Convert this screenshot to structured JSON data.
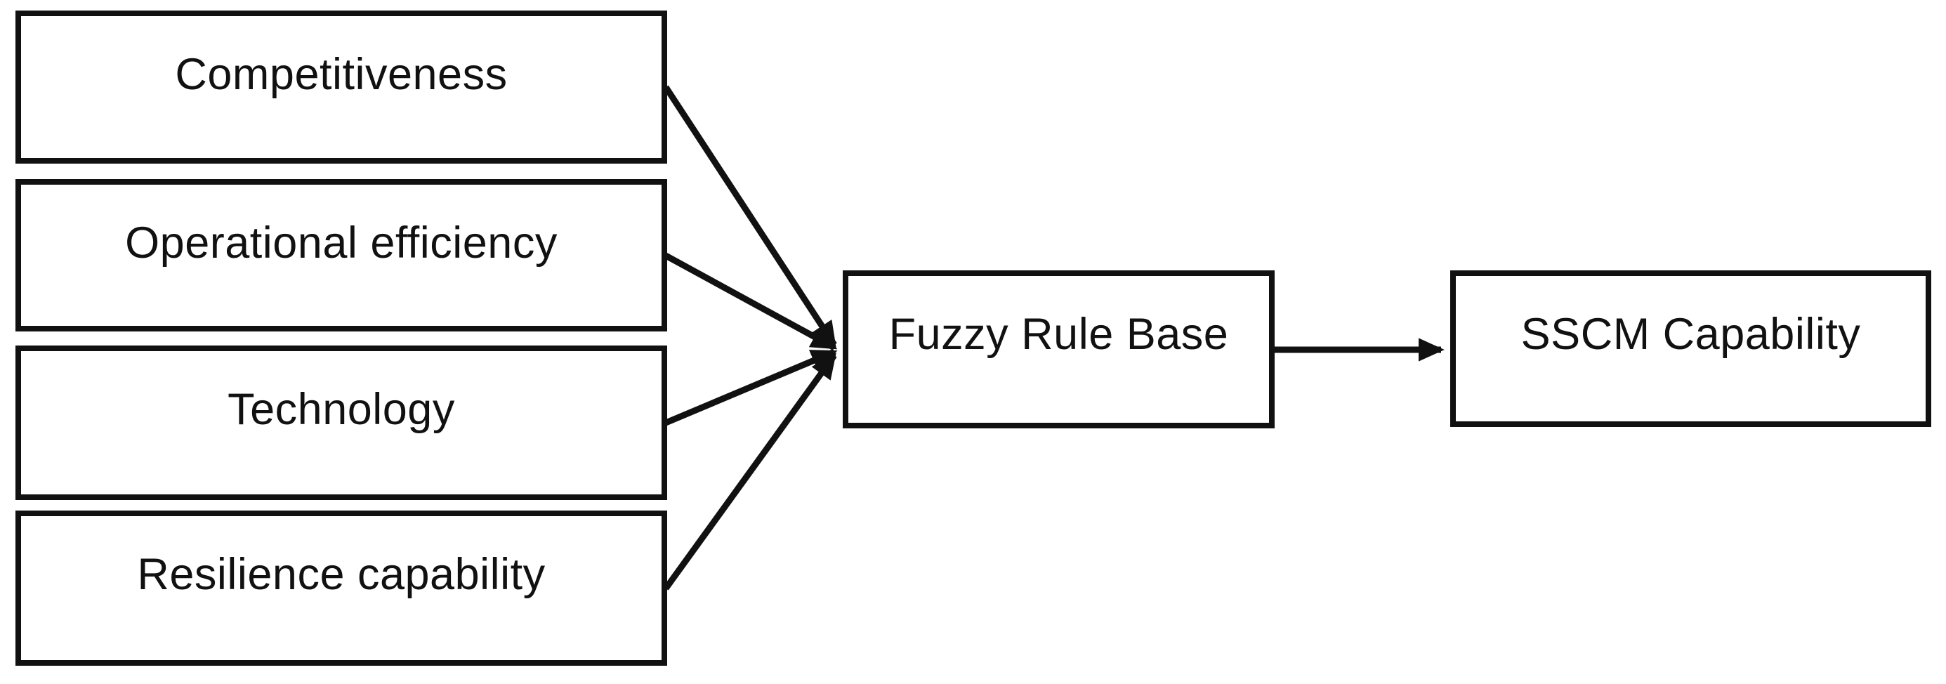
{
  "diagram": {
    "background_color": "#ffffff",
    "line_color": "#111111",
    "input_boxes": [
      {
        "label": "Competitiveness"
      },
      {
        "label": "Operational efficiency"
      },
      {
        "label": "Technology"
      },
      {
        "label": "Resilience capability"
      }
    ],
    "process_box": {
      "label": "Fuzzy Rule Base"
    },
    "output_box": {
      "label": "SSCM Capability"
    }
  }
}
